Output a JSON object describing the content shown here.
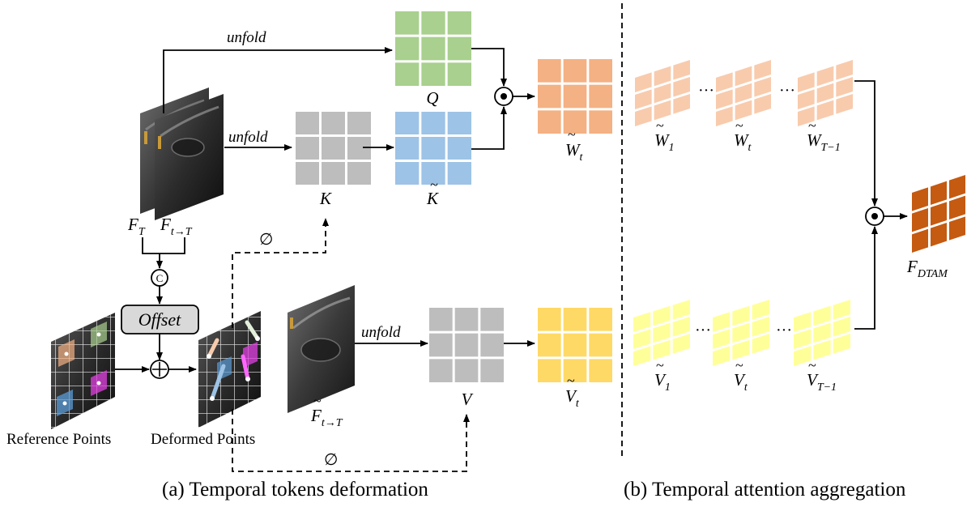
{
  "captions": {
    "a": "(a) Temporal tokens deformation",
    "b": "(b) Temporal attention aggregation"
  },
  "ops": {
    "unfold_q": "unfold",
    "unfold_k": "unfold",
    "unfold_v": "unfold",
    "offset": "Offset",
    "concat": "C",
    "plus": "+",
    "dot": "•",
    "empty_k": "∅",
    "empty_v": "∅",
    "dots": "···"
  },
  "labels": {
    "q": "Q",
    "k": "K",
    "k_tilde": "K",
    "v": "V",
    "w_t": {
      "base": "W",
      "sub": "t"
    },
    "v_t": {
      "base": "V",
      "sub": "t"
    },
    "f_t": {
      "base": "F",
      "sub": "T"
    },
    "f_t2t": {
      "base": "F",
      "sub": "t→T"
    },
    "f_tilde": {
      "base": "F",
      "sub": "t→T"
    },
    "reference_points": "Reference Points",
    "deformed_points": "Deformed Points",
    "f_dtam": {
      "base": "F",
      "sub": "DTAM"
    },
    "w_seq": [
      {
        "base": "W",
        "sub": "1"
      },
      {
        "base": "W",
        "sub": "t"
      },
      {
        "base": "W",
        "sub": "T−1"
      }
    ],
    "v_seq": [
      {
        "base": "V",
        "sub": "1"
      },
      {
        "base": "V",
        "sub": "t"
      },
      {
        "base": "V",
        "sub": "T−1"
      }
    ]
  },
  "colors": {
    "q": "#a9d08e",
    "k": "#bdbdbd",
    "k_tilde": "#9dc3e6",
    "v": "#bdbdbd",
    "w": "#f4b183",
    "w_seq": "#f8cbad",
    "v_tilde": "#ffd966",
    "v_seq": "#ffff99",
    "f_dtam": "#c55a11",
    "offset_box": "#d9d9d9"
  }
}
